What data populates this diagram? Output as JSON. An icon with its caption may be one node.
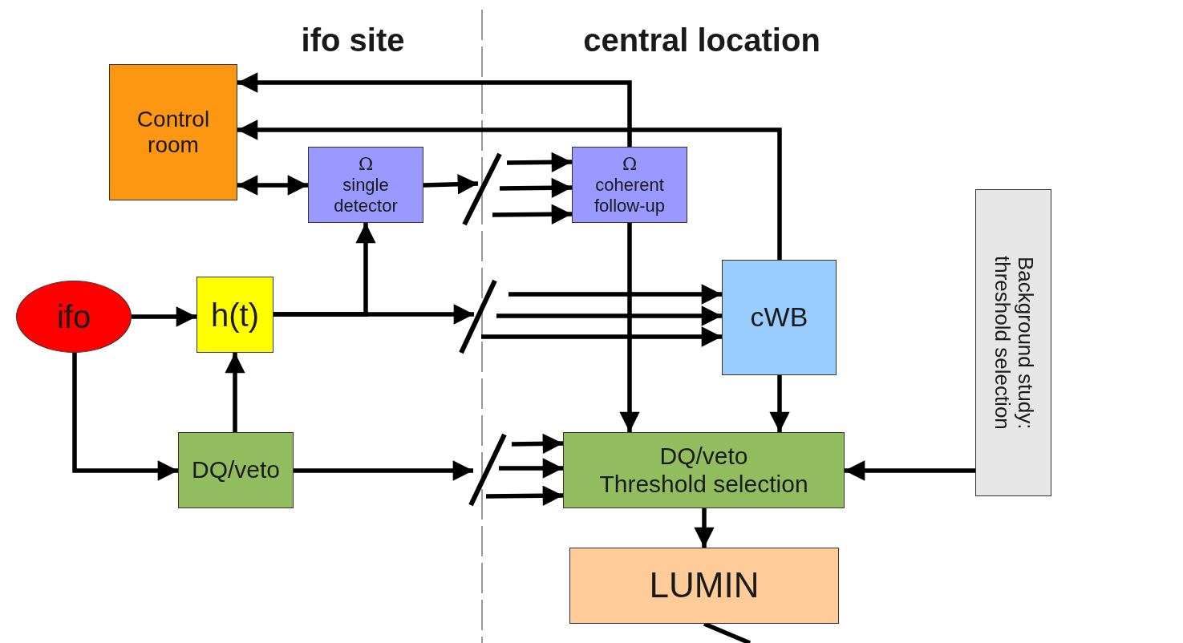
{
  "diagram": {
    "nodes": [
      {
        "text": [
          "Control room"
        ]
      },
      {
        "text": [
          "Ω",
          "single detector"
        ]
      },
      {
        "text": [
          "Ω",
          "coherent follow-up"
        ]
      },
      {
        "text": [
          "ifo"
        ]
      },
      {
        "text": [
          "h(t)"
        ]
      },
      {
        "text": [
          "cWB"
        ]
      },
      {
        "text": [
          "DQ/veto"
        ]
      },
      {
        "text": [
          "DQ/veto",
          "Threshold selection"
        ]
      },
      {
        "text": [
          "LUMIN"
        ]
      },
      {
        "text": [
          "Background study: threshold selection"
        ]
      },
      {
        "text": [],
        "shape": "bar"
      },
      {
        "text": [],
        "shape": "bar"
      },
      {
        "text": [],
        "shape": "bar"
      }
    ],
    "edges": [
      {
        "from": 2,
        "to": 0,
        "arrow": "to"
      },
      {
        "from": 5,
        "to": 0,
        "arrow": "to"
      },
      {
        "from": 1,
        "to": 0,
        "arrow": "both"
      },
      {
        "from": 1,
        "to": 10,
        "arrow": "to"
      },
      {
        "from": 10,
        "to": 2,
        "arrow": "to"
      },
      {
        "from": 10,
        "to": 2,
        "arrow": "to"
      },
      {
        "from": 10,
        "to": 2,
        "arrow": "to"
      },
      {
        "from": 3,
        "to": 4,
        "arrow": "to"
      },
      {
        "from": 4,
        "to": 1,
        "arrow": "to"
      },
      {
        "from": 4,
        "to": 11,
        "arrow": "to"
      },
      {
        "from": 11,
        "to": 5,
        "arrow": "to"
      },
      {
        "from": 11,
        "to": 5,
        "arrow": "to"
      },
      {
        "from": 11,
        "to": 5,
        "arrow": "to"
      },
      {
        "from": 3,
        "to": 6,
        "arrow": "to"
      },
      {
        "from": 6,
        "to": 4,
        "arrow": "to"
      },
      {
        "from": 6,
        "to": 12,
        "arrow": "to"
      },
      {
        "from": 12,
        "to": 7,
        "arrow": "to"
      },
      {
        "from": 12,
        "to": 7,
        "arrow": "to"
      },
      {
        "from": 12,
        "to": 7,
        "arrow": "to"
      },
      {
        "from": 2,
        "to": 7,
        "arrow": "to"
      },
      {
        "from": 5,
        "to": 7,
        "arrow": "to"
      },
      {
        "from": 9,
        "to": 7,
        "arrow": "to"
      },
      {
        "from": 7,
        "to": 8,
        "arrow": "to"
      },
      {
        "from": 8,
        "to": null,
        "arrow": "none"
      }
    ],
    "labels": [
      "ifo site",
      "central location"
    ]
  }
}
